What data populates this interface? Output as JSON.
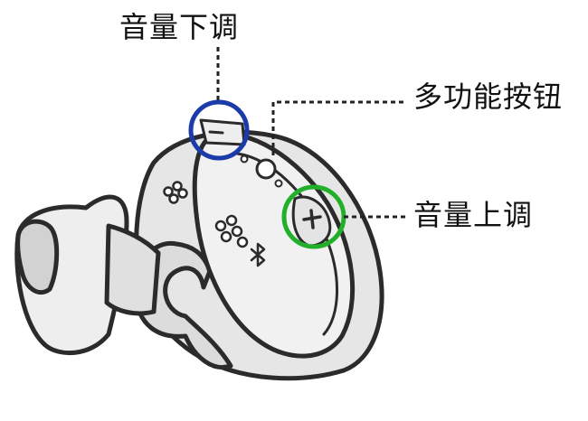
{
  "callouts": {
    "volume_down": "音量下调",
    "multi_function": "多功能按钮",
    "volume_up": "音量上调"
  },
  "colors": {
    "volume_down_ring": "#1a3ba8",
    "volume_up_ring": "#22b02b",
    "outline": "#2b2b2b",
    "body_fill": "#e6e6e6",
    "face_fill": "#f1f1f1",
    "leader_line": "#222222"
  },
  "icons": {
    "volume_down_button": "minus-icon",
    "volume_up_button": "plus-icon",
    "bluetooth_mark": "bluetooth-icon"
  }
}
